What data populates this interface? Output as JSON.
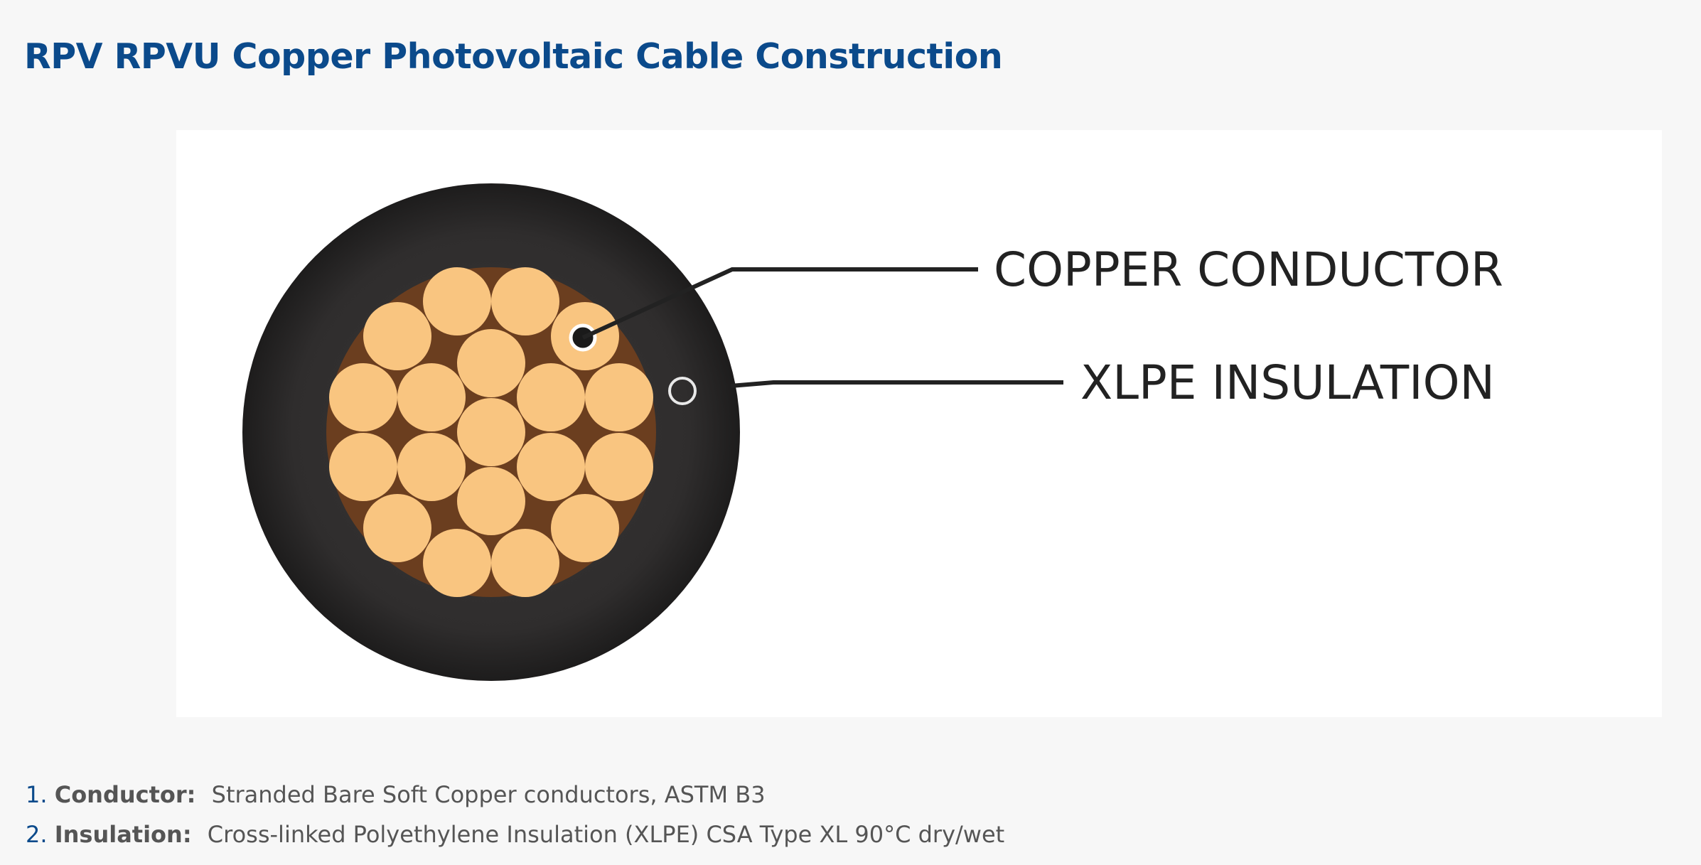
{
  "page": {
    "title": "RPV RPVU Copper Photovoltaic Cable Construction"
  },
  "diagram": {
    "labels": {
      "conductor": "COPPER CONDUCTOR",
      "insulation": "XLPE INSULATION"
    },
    "colors": {
      "jacket": "#2b2a2a",
      "strand": "#f9c580",
      "strand_gap": "#6b3e1f",
      "leader_line": "#222222",
      "title": "#0b4a8b"
    }
  },
  "specs": [
    {
      "number": "1.",
      "key": "Conductor",
      "separator": ":",
      "value": "Stranded Bare Soft Copper conductors, ASTM B3"
    },
    {
      "number": "2.",
      "key": "Insulation",
      "separator": ":",
      "value": "Cross-linked Polyethylene Insulation (XLPE) CSA Type XL 90°C dry/wet"
    }
  ]
}
